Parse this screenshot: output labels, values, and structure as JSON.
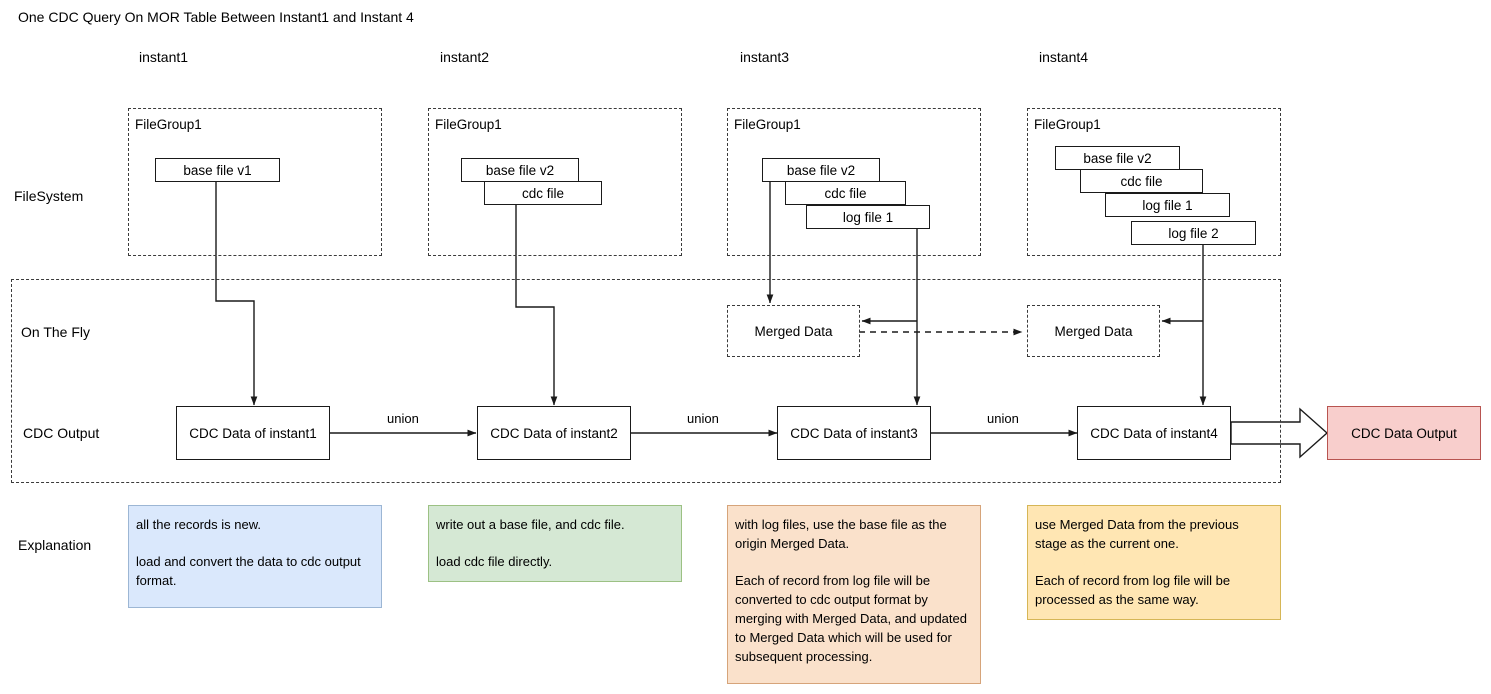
{
  "title": "One CDC Query On MOR Table Between Instant1 and Instant 4",
  "column_headers": [
    {
      "label": "instant1"
    },
    {
      "label": "instant2"
    },
    {
      "label": "instant3"
    },
    {
      "label": "instant4"
    }
  ],
  "row_labels": {
    "filesystem": "FileSystem",
    "on_the_fly": "On The Fly",
    "cdc_output": "CDC Output",
    "explanation": "Explanation"
  },
  "filegroups": [
    {
      "label": "FileGroup1",
      "files": [
        {
          "label": "base file v1"
        }
      ]
    },
    {
      "label": "FileGroup1",
      "files": [
        {
          "label": "base file v2"
        },
        {
          "label": "cdc file"
        }
      ]
    },
    {
      "label": "FileGroup1",
      "files": [
        {
          "label": "base file v2"
        },
        {
          "label": "cdc file"
        },
        {
          "label": "log file 1"
        }
      ]
    },
    {
      "label": "FileGroup1",
      "files": [
        {
          "label": "base file v2"
        },
        {
          "label": "cdc file"
        },
        {
          "label": "log file 1"
        },
        {
          "label": "log file 2"
        }
      ]
    }
  ],
  "merged_data": [
    {
      "label": "Merged Data"
    },
    {
      "label": "Merged Data"
    }
  ],
  "cdc_nodes": [
    {
      "label": "CDC Data of instant1"
    },
    {
      "label": "CDC Data of instant2"
    },
    {
      "label": "CDC Data of instant3"
    },
    {
      "label": "CDC Data of instant4"
    }
  ],
  "union_labels": [
    "union",
    "union",
    "union"
  ],
  "output": {
    "label": "CDC Data Output"
  },
  "explanations": [
    {
      "color": "blue",
      "paragraphs": [
        "all the records is new.",
        "load and convert the data to cdc output format."
      ]
    },
    {
      "color": "green",
      "paragraphs": [
        "write out a base file, and cdc file.",
        "load cdc file directly."
      ]
    },
    {
      "color": "orange",
      "paragraphs": [
        "with log files, use the base file as the origin Merged Data.",
        "Each of record from log file will be converted to cdc output format by merging with Merged Data, and updated to Merged Data which will be used for subsequent processing."
      ]
    },
    {
      "color": "yellow",
      "paragraphs": [
        "use Merged Data from the previous stage as the current one.",
        "Each of record from log file will be processed as the same way."
      ]
    }
  ],
  "colors": {
    "note_blue_fill": "#dae8fc",
    "note_green_fill": "#d5e8d4",
    "note_orange_fill": "#fae1cb",
    "note_yellow_fill": "#ffe6b3",
    "output_fill": "#f8cecc",
    "output_stroke": "#b85450",
    "line": "#1a1a1a",
    "dashed": "#3b3b3b"
  }
}
